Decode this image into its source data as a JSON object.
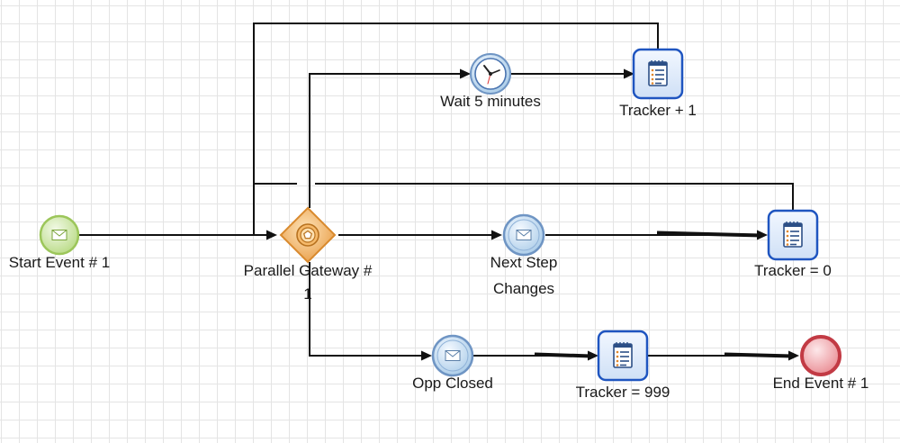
{
  "diagram": {
    "start_event": {
      "label": "Start Event # 1",
      "icon": "envelope-icon",
      "color": "#9cc65a"
    },
    "gateway": {
      "label_line1": "Parallel Gateway #",
      "label_line2": "1",
      "icon": "pentagon-icon",
      "color": "#e59a3c"
    },
    "wait_timer": {
      "label": "Wait 5 minutes",
      "icon": "clock-icon"
    },
    "tracker_plus": {
      "label": "Tracker + 1",
      "icon": "notepad-icon"
    },
    "next_step": {
      "label_line1": "Next Step",
      "label_line2": "Changes",
      "icon": "envelope-icon"
    },
    "tracker_zero": {
      "label": "Tracker = 0",
      "icon": "notepad-icon"
    },
    "opp_closed": {
      "label": "Opp Closed",
      "icon": "envelope-icon"
    },
    "tracker_999": {
      "label": "Tracker = 999",
      "icon": "notepad-icon"
    },
    "end_event": {
      "label": "End Event # 1",
      "color": "#d94c55"
    }
  }
}
